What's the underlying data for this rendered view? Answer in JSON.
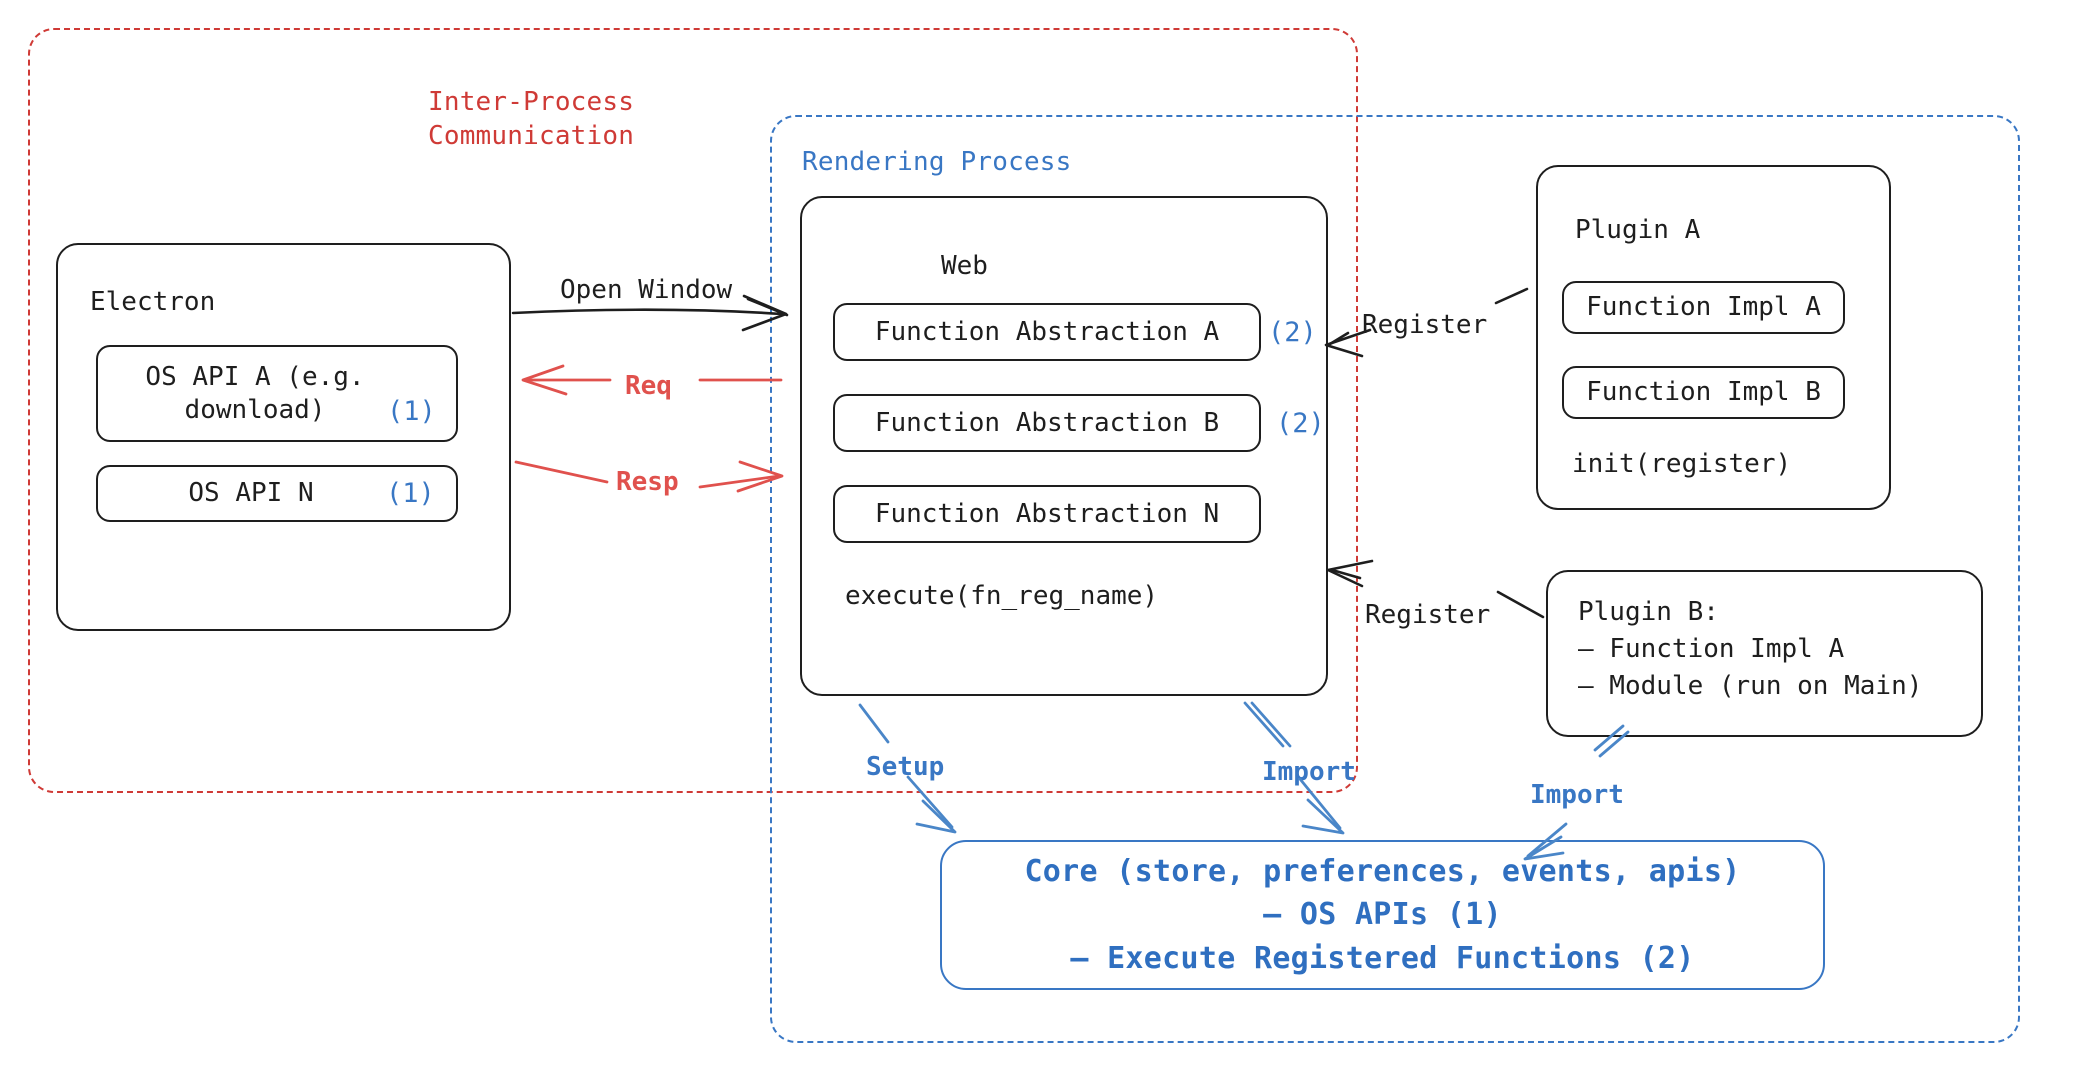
{
  "regions": {
    "ipc": {
      "label": "Inter-Process\nCommunication",
      "color": "#cf3a36"
    },
    "rendering": {
      "label": "Rendering Process",
      "color": "#3977c4"
    }
  },
  "electron": {
    "title": "Electron",
    "apis": [
      {
        "label": "OS API A (e.g.\ndownload)",
        "badge": "(1)"
      },
      {
        "label": "OS API N",
        "badge": "(1)"
      }
    ]
  },
  "web": {
    "title": "Web",
    "abstractions": [
      {
        "label": "Function Abstraction A",
        "badge": "(2)"
      },
      {
        "label": "Function Abstraction B",
        "badge": "(2)"
      },
      {
        "label": "Function Abstraction N",
        "badge": ""
      }
    ],
    "footer": "execute(fn_reg_name)"
  },
  "plugin_a": {
    "title": "Plugin A",
    "impls": [
      "Function Impl A",
      "Function Impl B"
    ],
    "footer": "init(register)"
  },
  "plugin_b": {
    "text": "Plugin B:\n— Function Impl A\n— Module (run on Main)"
  },
  "core": {
    "lines": [
      "Core (store, preferences, events, apis)",
      "— OS APIs (1)",
      "— Execute Registered Functions (2)"
    ],
    "color": "#2f6fc0"
  },
  "edges": {
    "open_window": "Open Window",
    "req": "Req",
    "resp": "Resp",
    "register_a": "Register",
    "register_b": "Register",
    "setup": "Setup",
    "import_web": "Import",
    "import_plugin": "Import"
  },
  "colors": {
    "ink": "#1e1e1e",
    "red": "#cf3a36",
    "red_arrow": "#e0514d",
    "blue": "#3977c4"
  }
}
